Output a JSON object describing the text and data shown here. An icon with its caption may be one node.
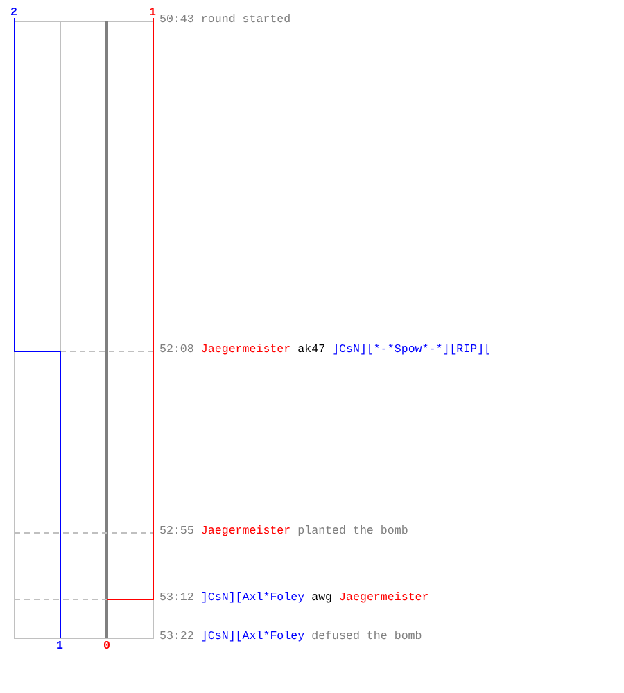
{
  "diagram": {
    "labels": [
      "2",
      "1",
      "50:43",
      "round started",
      "52:08",
      "Jaegermeister",
      "ak47",
      "]CsN][*-*Spow*-*][RIP][",
      "52:55",
      "Jaegermeister",
      "planted the bomb",
      "53:12",
      "]CsN][Axl*Foley",
      "awg",
      "Jaegermeister",
      "1",
      "0",
      "53:22",
      "]CsN][Axl*Foley",
      "defused the bomb"
    ]
  }
}
